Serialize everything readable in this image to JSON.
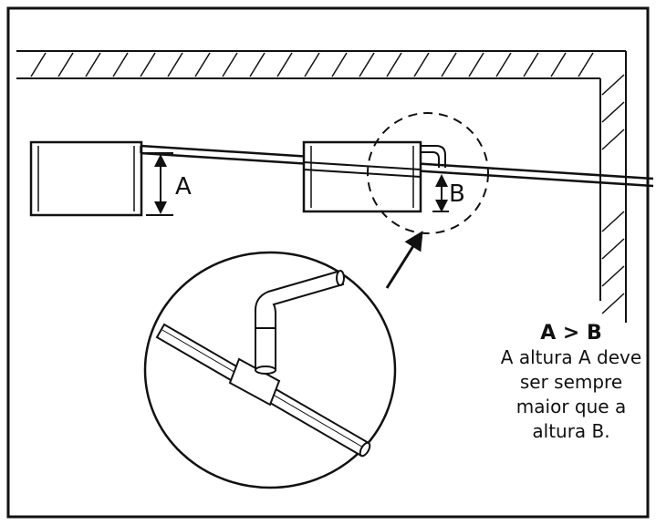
{
  "labels": {
    "height_a": "A",
    "height_b": "B"
  },
  "note": {
    "heading": "A > B",
    "lines": [
      "A altura A deve",
      "ser sempre",
      "maior que a",
      "altura B."
    ]
  },
  "colors": {
    "ink": "#111111",
    "background": "#ffffff"
  },
  "icons": {
    "detail_view": "magnified-tee-joint",
    "callout": "dashed-circle",
    "pointer": "arrow"
  }
}
